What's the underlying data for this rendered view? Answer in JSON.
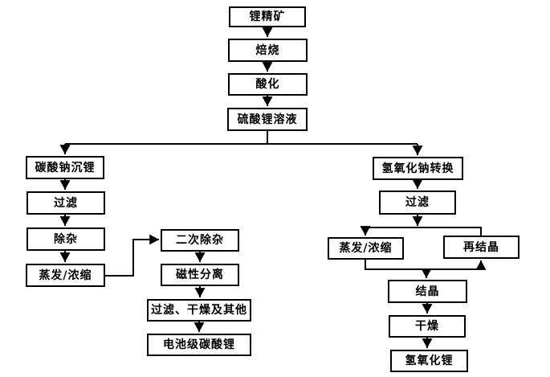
{
  "colors": {
    "background": "#ffffff",
    "line": "#000000",
    "box_border": "#000000",
    "text": "#000000"
  },
  "nodes": {
    "lithium_concentrate": {
      "label": "锂精矿"
    },
    "roasting": {
      "label": "焙烧"
    },
    "acidification": {
      "label": "酸化"
    },
    "lithium_sulfate_solution": {
      "label": "硫酸锂溶液"
    },
    "sodium_carbonate_precipitation": {
      "label": "碳酸钠沉锂"
    },
    "filtration_left": {
      "label": "过滤"
    },
    "impurity_removal": {
      "label": "除杂"
    },
    "evaporation_concentration_left": {
      "label": "蒸发/浓缩"
    },
    "secondary_impurity_removal": {
      "label": "二次除杂"
    },
    "magnetic_separation": {
      "label": "磁性分离"
    },
    "filtration_drying_others": {
      "label": "过滤、干燥及其他"
    },
    "battery_grade_lithium_carbonate": {
      "label": "电池级碳酸锂"
    },
    "sodium_hydroxide_conversion": {
      "label": "氢氧化钠转换"
    },
    "filtration_right": {
      "label": "过滤"
    },
    "evaporation_concentration_right": {
      "label": "蒸发/浓缩"
    },
    "recrystallization": {
      "label": "再结晶"
    },
    "crystallization": {
      "label": "结晶"
    },
    "drying": {
      "label": "干燥"
    },
    "lithium_hydroxide": {
      "label": "氢氧化锂"
    }
  },
  "edges": [
    {
      "from": "lithium_concentrate",
      "to": "roasting"
    },
    {
      "from": "roasting",
      "to": "acidification"
    },
    {
      "from": "acidification",
      "to": "lithium_sulfate_solution"
    },
    {
      "from": "lithium_sulfate_solution",
      "to": "sodium_carbonate_precipitation"
    },
    {
      "from": "lithium_sulfate_solution",
      "to": "sodium_hydroxide_conversion"
    },
    {
      "from": "sodium_carbonate_precipitation",
      "to": "filtration_left"
    },
    {
      "from": "filtration_left",
      "to": "impurity_removal"
    },
    {
      "from": "impurity_removal",
      "to": "evaporation_concentration_left"
    },
    {
      "from": "evaporation_concentration_left",
      "to": "secondary_impurity_removal"
    },
    {
      "from": "secondary_impurity_removal",
      "to": "magnetic_separation"
    },
    {
      "from": "magnetic_separation",
      "to": "filtration_drying_others"
    },
    {
      "from": "filtration_drying_others",
      "to": "battery_grade_lithium_carbonate"
    },
    {
      "from": "sodium_hydroxide_conversion",
      "to": "filtration_right"
    },
    {
      "from": "filtration_right",
      "to": "evaporation_concentration_right"
    },
    {
      "from": "filtration_right",
      "to": "recrystallization"
    },
    {
      "from": "evaporation_concentration_right",
      "to": "recrystallization"
    },
    {
      "from": "evaporation_concentration_right",
      "to": "crystallization"
    },
    {
      "from": "crystallization",
      "to": "drying"
    },
    {
      "from": "drying",
      "to": "lithium_hydroxide"
    }
  ]
}
